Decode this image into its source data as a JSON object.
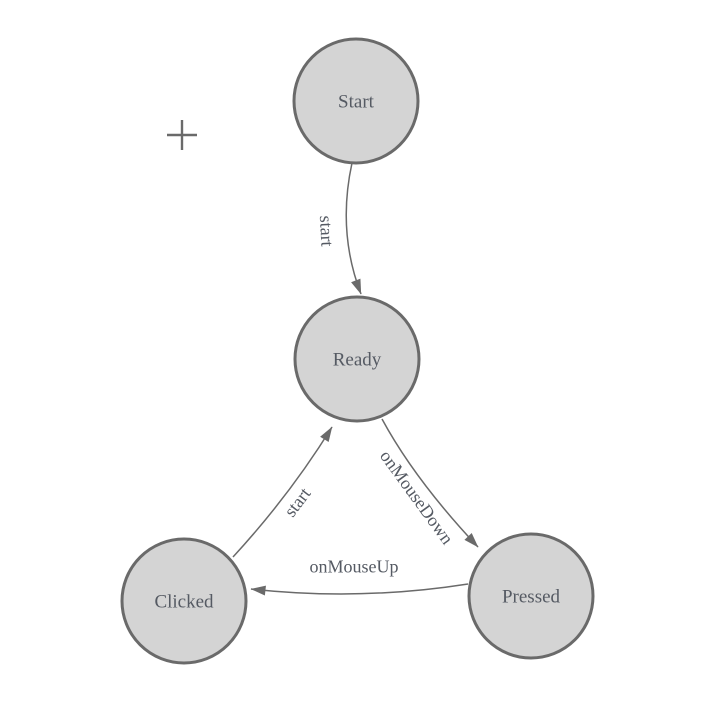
{
  "diagram": {
    "kind": "state-machine",
    "nodes": [
      {
        "id": "start",
        "label": "Start"
      },
      {
        "id": "ready",
        "label": "Ready"
      },
      {
        "id": "clicked",
        "label": "Clicked"
      },
      {
        "id": "pressed",
        "label": "Pressed"
      }
    ],
    "edges": [
      {
        "from": "Start",
        "to": "Ready",
        "label": "start"
      },
      {
        "from": "Ready",
        "to": "Pressed",
        "label": "onMouseDown"
      },
      {
        "from": "Pressed",
        "to": "Clicked",
        "label": "onMouseUp"
      },
      {
        "from": "Clicked",
        "to": "Ready",
        "label": "start"
      }
    ],
    "icons": {
      "crosshair": "plus-crosshair-mark"
    },
    "colors": {
      "canvas_bg": "#ffffff",
      "node_fill": "#d4d4d4",
      "node_border": "#6a6a6a",
      "edge_stroke": "#6a6a6a",
      "arrow_fill": "#6a6a6a",
      "label_text": "#555a63"
    }
  }
}
